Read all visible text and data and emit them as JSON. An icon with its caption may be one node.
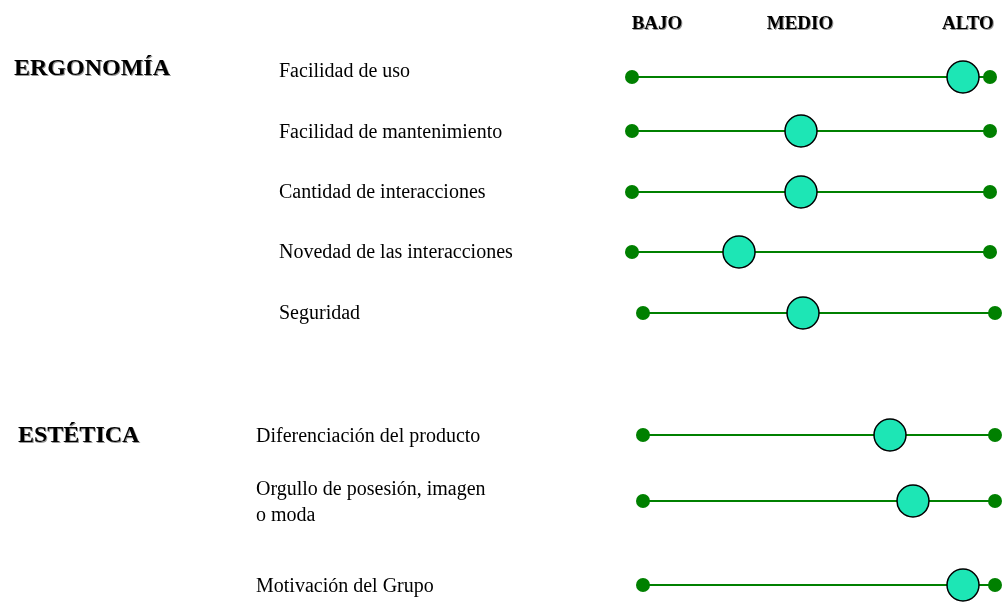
{
  "diagram": {
    "labels": [
      "BAJO",
      "MEDIO",
      "ALTO",
      "ERGONOMÍA",
      "Facilidad de uso",
      "Facilidad de mantenimiento",
      "Cantidad de interacciones",
      "Novedad de las interacciones",
      "Seguridad",
      "ESTÉTICA",
      "Diferenciación del producto",
      "Orgullo de posesión, imagen o moda",
      "Motivación del Grupo"
    ]
  }
}
